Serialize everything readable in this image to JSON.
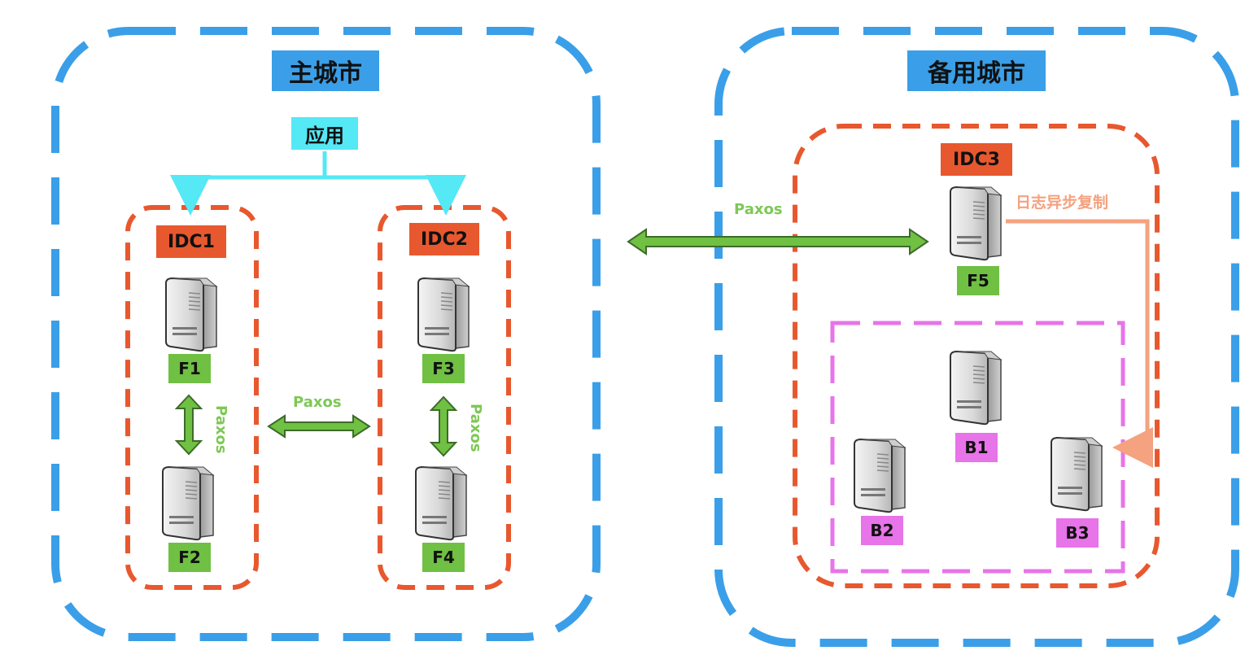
{
  "cities": {
    "main": "主城市",
    "backup": "备用城市"
  },
  "app_label": "应用",
  "idcs": {
    "idc1": "IDC1",
    "idc2": "IDC2",
    "idc3": "IDC3"
  },
  "nodes": {
    "f1": "F1",
    "f2": "F2",
    "f3": "F3",
    "f4": "F4",
    "f5": "F5",
    "b1": "B1",
    "b2": "B2",
    "b3": "B3"
  },
  "edges": {
    "paxos_f1_f2": "Paxos",
    "paxos_f3_f4": "Paxos",
    "paxos_idc1_idc2": "Paxos",
    "paxos_cross_city": "Paxos",
    "log_replication": "日志异步复制"
  },
  "colors": {
    "city_border": "#3a9fe8",
    "idc_border": "#e8582e",
    "replica_group_border": "#e774e8",
    "app_arrow": "#55e8f5",
    "paxos_arrow": "#6fc043",
    "log_arrow": "#f4a27f"
  },
  "icons": {
    "server": "server-tower-icon"
  }
}
